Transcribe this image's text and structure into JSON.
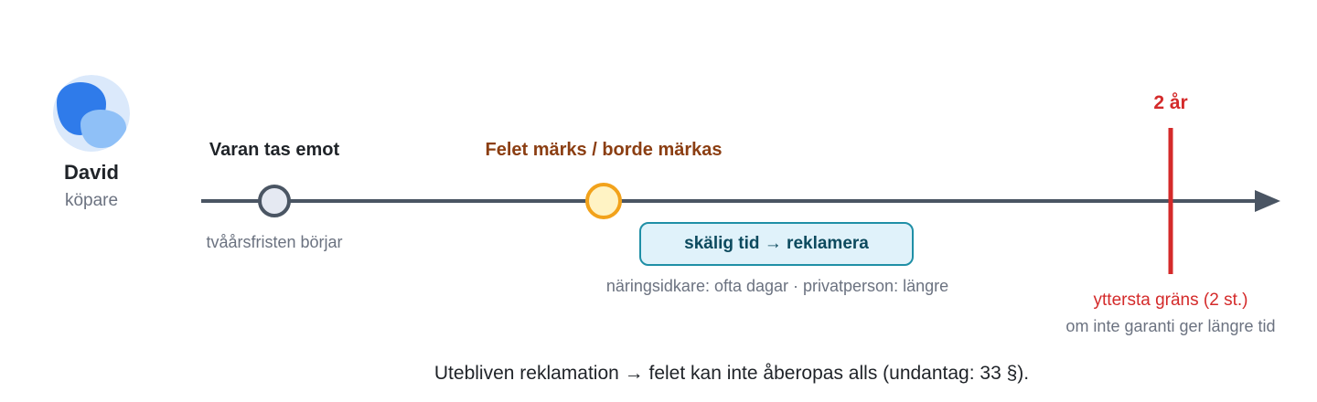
{
  "person": {
    "name": "David",
    "role": "köpare"
  },
  "milestones": {
    "receive": {
      "label": "Varan tas emot",
      "sub": "tvåårsfristen börjar"
    },
    "defect": {
      "label": "Felet märks / borde märkas",
      "pill": "skälig tid → reklamera",
      "sub": "näringsidkare: ofta dagar · privatperson: längre"
    },
    "limit": {
      "label": "2 år",
      "text": "yttersta gräns (2 st.)",
      "sub": "om inte garanti ger längre tid"
    }
  },
  "footer": "Utebliven reklamation → felet kan inte åberopas alls (undantag: 33 §).",
  "colors": {
    "axis": "#4a5563",
    "limit": "#d42a2a",
    "defect_marker": "#f2a21b",
    "pill_border": "#1f8fa6",
    "pill_fill": "#e0f2fa"
  }
}
